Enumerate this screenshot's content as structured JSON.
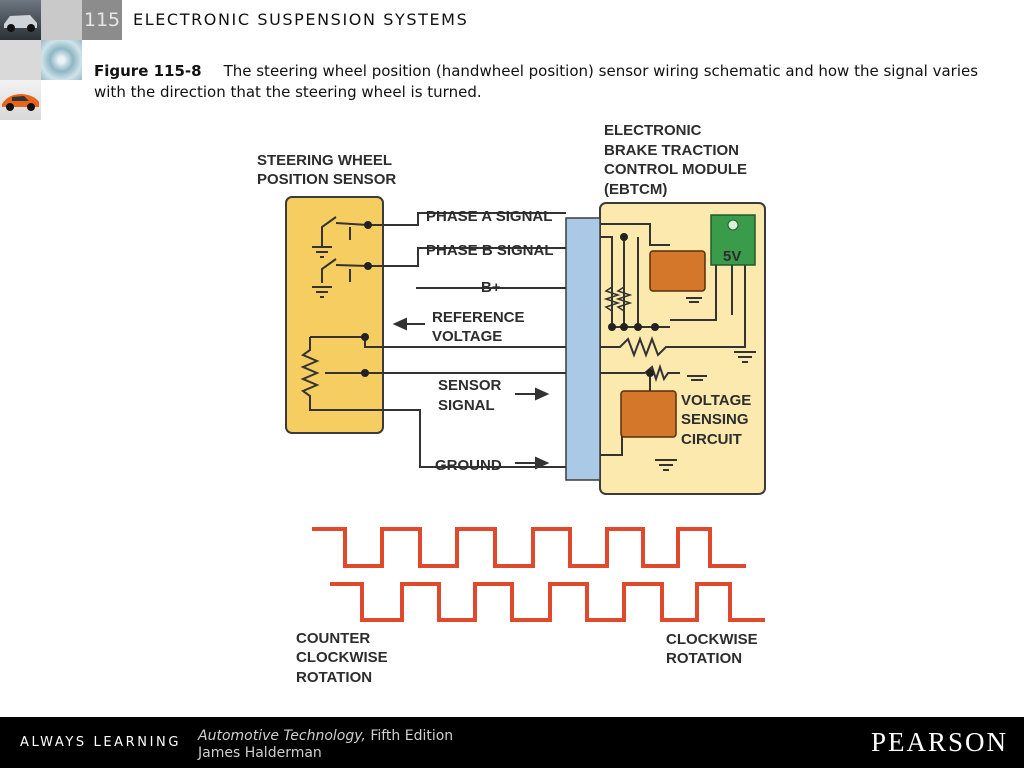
{
  "header": {
    "chapter_number": "115",
    "chapter_title": "ELECTRONIC SUSPENSION SYSTEMS"
  },
  "caption": {
    "figure_label": "Figure 115-8",
    "text": "The steering wheel position (handwheel position) sensor wiring schematic and how the signal varies with the direction that the steering wheel is turned."
  },
  "diagram": {
    "sensor_title_1": "STEERING WHEEL",
    "sensor_title_2": "POSITION SENSOR",
    "module_title_1": "ELECTRONIC",
    "module_title_2": "BRAKE TRACTION",
    "module_title_3": "CONTROL MODULE",
    "module_title_4": "(EBTCM)",
    "phase_a": "PHASE A SIGNAL",
    "phase_b": "PHASE B SIGNAL",
    "b_plus": "B+",
    "reference_1": "REFERENCE",
    "reference_2": "VOLTAGE",
    "sensor_signal_1": "SENSOR",
    "sensor_signal_2": "SIGNAL",
    "ground": "GROUND",
    "regulator": "5V",
    "voltage_sensing_1": "VOLTAGE",
    "voltage_sensing_2": "SENSING",
    "voltage_sensing_3": "CIRCUIT",
    "ccw_1": "COUNTER",
    "ccw_2": "CLOCKWISE",
    "ccw_3": "ROTATION",
    "cw_1": "CLOCKWISE",
    "cw_2": "ROTATION",
    "colors": {
      "sensor_box": "#f6cd60",
      "module_box": "#fbe9ae",
      "bus_bar": "#a9c9e6",
      "chip": "#d4772b",
      "regulator": "#3a9c4a",
      "waveform": "#e04a2c"
    }
  },
  "footer": {
    "slogan": "ALWAYS LEARNING",
    "book_title": "Automotive Technology,",
    "edition": " Fifth Edition",
    "author": "James Halderman",
    "publisher": "PEARSON"
  }
}
